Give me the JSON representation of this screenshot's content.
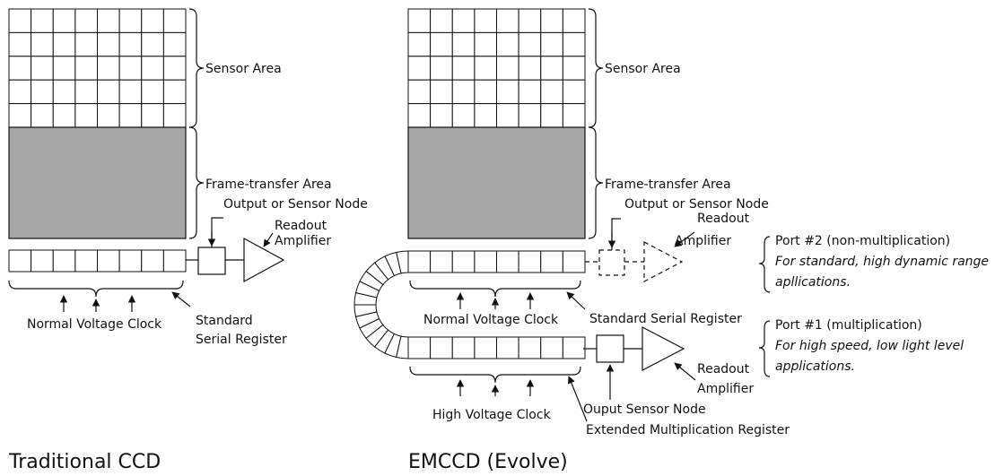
{
  "colors": {
    "line": "#111111",
    "frame_transfer_fill": "#a6a6a6",
    "background": "#ffffff"
  },
  "traditional": {
    "caption": "Traditional CCD",
    "sensor_area": "Sensor Area",
    "frame_transfer_area": "Frame-transfer Area",
    "output_node": "Output or Sensor Node",
    "readout_amplifier_line1": "Readout",
    "readout_amplifier_line2": "Amplifier",
    "clock": "Normal Voltage Clock",
    "register_line1": "Standard",
    "register_line2": "Serial Register"
  },
  "emccd": {
    "caption": "EMCCD (Evolve)",
    "sensor_area": "Sensor Area",
    "frame_transfer_area": "Frame-transfer Area",
    "output_node": "Output or Sensor Node",
    "readout_amplifier_top_line1": "Readout",
    "readout_amplifier_top_line2": "Amplifier",
    "port2_title": "Port #2 (non-multiplication)",
    "port2_desc_line1": "For standard, high dynamic range",
    "port2_desc_line2": "apllications.",
    "normal_clock": "Normal Voltage Clock",
    "standard_register": "Standard Serial Register",
    "port1_title": "Port #1 (multiplication)",
    "port1_desc_line1": "For high speed, low light level",
    "port1_desc_line2": "applications.",
    "readout_amplifier_bottom_line1": "Readout",
    "readout_amplifier_bottom_line2": "Amplifier",
    "high_clock": "High Voltage Clock",
    "output_sensor_node": "Ouput Sensor Node",
    "extended_register": "Extended Multiplication Register"
  }
}
